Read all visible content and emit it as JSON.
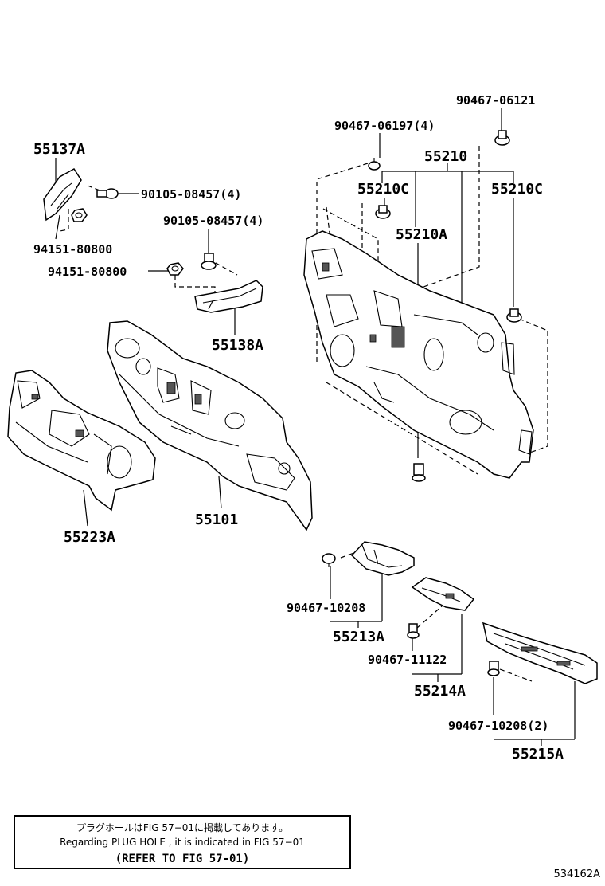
{
  "labels": {
    "p90467_06121": "90467-06121",
    "p90467_06197": "90467-06197(4)",
    "p55210": "55210",
    "p55210c_left": "55210C",
    "p55210c_right": "55210C",
    "p55210a": "55210A",
    "p55137a": "55137A",
    "p90105_a": "90105-08457(4)",
    "p90105_b": "90105-08457(4)",
    "p94151_a": "94151-80800",
    "p94151_b": "94151-80800",
    "p55138a": "55138A",
    "p55223a": "55223A",
    "p55101": "55101",
    "p90467_10208": "90467-10208",
    "p55213a": "55213A",
    "p90467_11122": "90467-11122",
    "p55214a": "55214A",
    "p90467_10208_2": "90467-10208(2)",
    "p55215a": "55215A"
  },
  "note": {
    "line1": "プラグホールはFIG 57−01に掲載してあります。",
    "line2": "Regarding  PLUG  HOLE , it is indicated in  FIG  57−01",
    "line3": "(REFER TO FIG 57-01)"
  },
  "figure_code": "534162A"
}
